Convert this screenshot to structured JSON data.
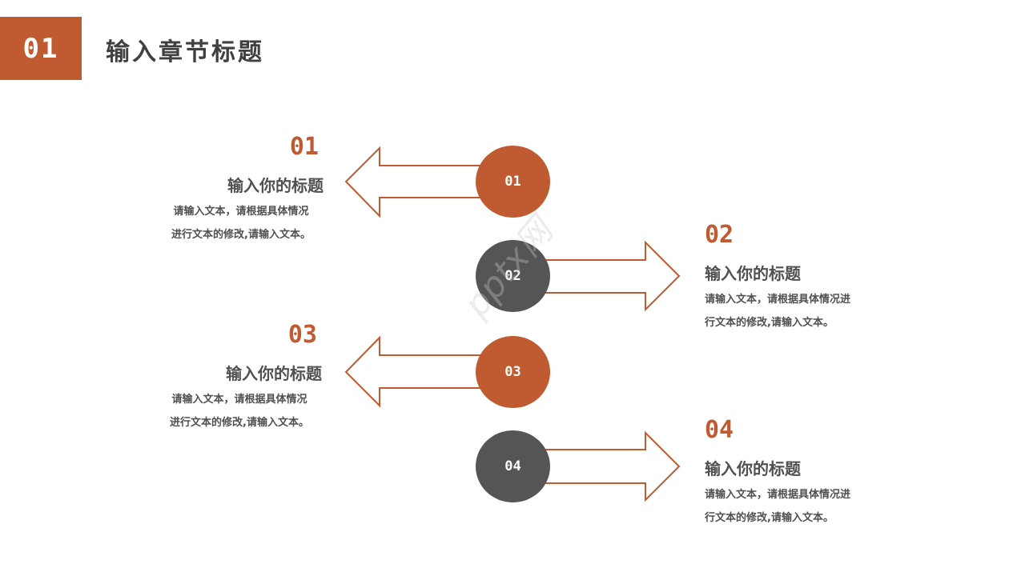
{
  "header": {
    "chapter_number": "01",
    "chapter_title": "输入章节标题"
  },
  "colors": {
    "accent": "#c05a30",
    "dark": "#555555",
    "text": "#505050"
  },
  "steps": [
    {
      "circle_label": "01",
      "number": "01",
      "title": "输入你的标题",
      "desc_line1": "请输入文本，请根据具体情况",
      "desc_line2": "进行文本的修改,请输入文本。",
      "side": "left",
      "circle_color": "orange"
    },
    {
      "circle_label": "02",
      "number": "02",
      "title": "输入你的标题",
      "desc_line1": "请输入文本，请根据具体情况进",
      "desc_line2": "行文本的修改,请输入文本。",
      "side": "right",
      "circle_color": "gray"
    },
    {
      "circle_label": "03",
      "number": "03",
      "title": "输入你的标题",
      "desc_line1": "请输入文本，请根据具体情况",
      "desc_line2": "进行文本的修改,请输入文本。",
      "side": "left",
      "circle_color": "orange"
    },
    {
      "circle_label": "04",
      "number": "04",
      "title": "输入你的标题",
      "desc_line1": "请输入文本，请根据具体情况进",
      "desc_line2": "行文本的修改,请输入文本。",
      "side": "right",
      "circle_color": "gray"
    }
  ],
  "watermark": "pptx网"
}
